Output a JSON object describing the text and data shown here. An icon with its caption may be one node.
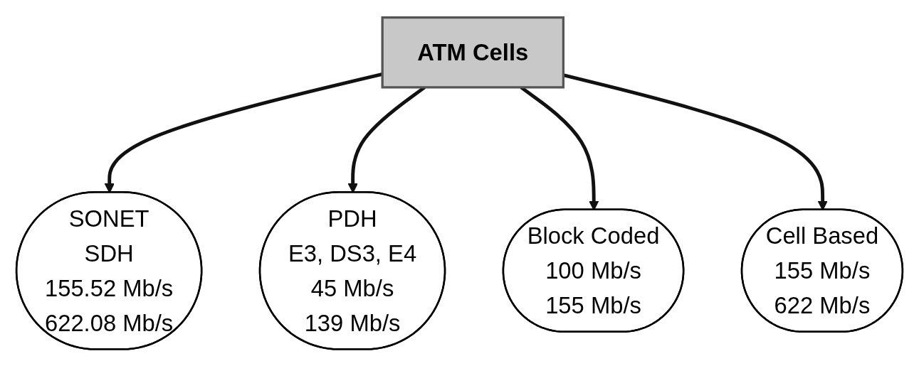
{
  "diagram": {
    "nodes": [
      {
        "text": [
          "ATM Cells"
        ]
      },
      {
        "text": [
          "SONET",
          "SDH",
          "155.52 Mb/s",
          "622.08 Mb/s"
        ]
      },
      {
        "text": [
          "PDH",
          "E3, DS3, E4",
          "45 Mb/s",
          "139 Mb/s"
        ]
      },
      {
        "text": [
          "Block  Coded",
          "100 Mb/s",
          "155 Mb/s"
        ]
      },
      {
        "text": [
          "Cell Based",
          "155 Mb/s",
          "622 Mb/s"
        ]
      }
    ],
    "edges": [
      {
        "from": 0,
        "to": 1,
        "arrow": "to"
      },
      {
        "from": 0,
        "to": 2,
        "arrow": "to"
      },
      {
        "from": 0,
        "to": 3,
        "arrow": "to"
      },
      {
        "from": 0,
        "to": 4,
        "arrow": "to"
      }
    ]
  }
}
